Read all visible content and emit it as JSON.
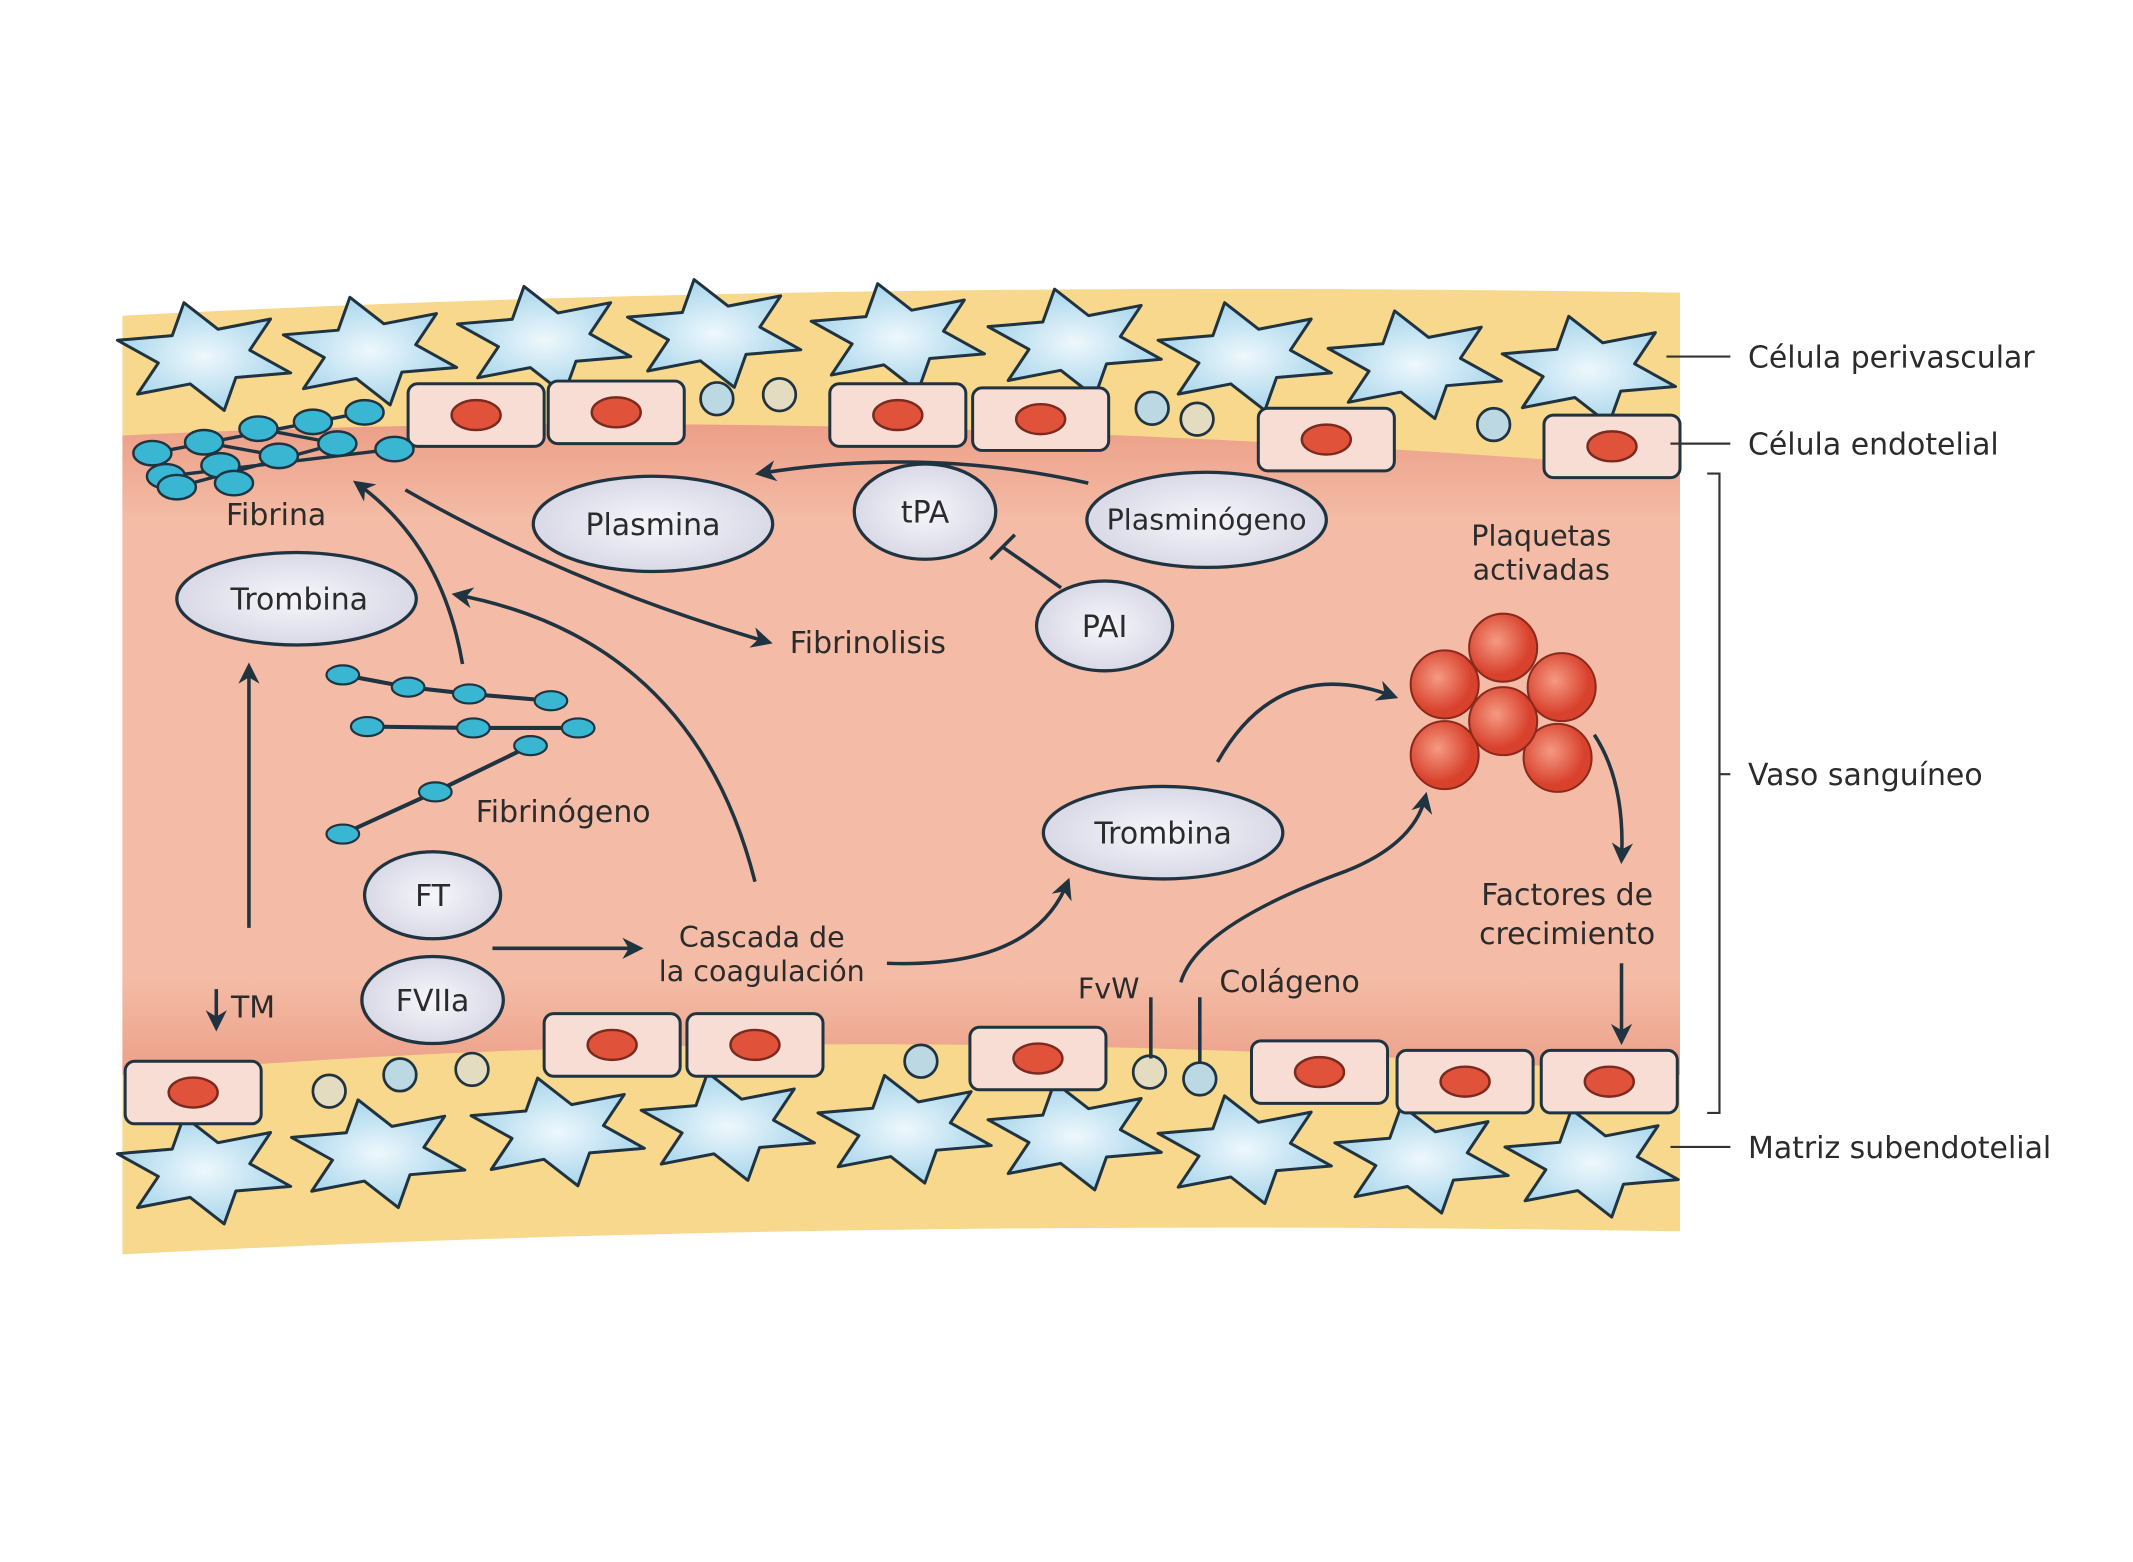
{
  "colors": {
    "lumen": "#f4bca6",
    "lumen_dark": "#ec9f88",
    "wall": "#f8d88c",
    "perivascular_cell": "#b9def0",
    "endothelial_cell": "#f7ddd3",
    "nucleus": "#e0523a",
    "node": "#bcd8e2",
    "fibrin_dot": "#39b6d2",
    "platelet": "#e4543f",
    "oval": "#e4e4ef",
    "stroke": "#1f3340"
  },
  "nodes": {
    "plasmina": "Plasmina",
    "tpa": "tPA",
    "plasminogeno": "Plasminógeno",
    "pai": "PAI",
    "trombina_left": "Trombina",
    "trombina_right": "Trombina",
    "ft": "FT",
    "fviia": "FVIIa"
  },
  "labels": {
    "fibrina": "Fibrina",
    "fibrinolisis": "Fibrinolisis",
    "plaquetas_1": "Plaquetas",
    "plaquetas_2": "activadas",
    "fibrinogeno": "Fibrinógeno",
    "cascada_1": "Cascada de",
    "cascada_2": "la coagulación",
    "fvw": "FvW",
    "colageno": "Colágeno",
    "factores_1": "Factores de",
    "factores_2": "crecimiento",
    "tm": "TM"
  },
  "legend": {
    "celula_perivascular": "Célula perivascular",
    "celula_endotelial": "Célula endotelial",
    "vaso_sanguineo": "Vaso sanguíneo",
    "matriz_subendotelial": "Matriz subendotelial"
  }
}
